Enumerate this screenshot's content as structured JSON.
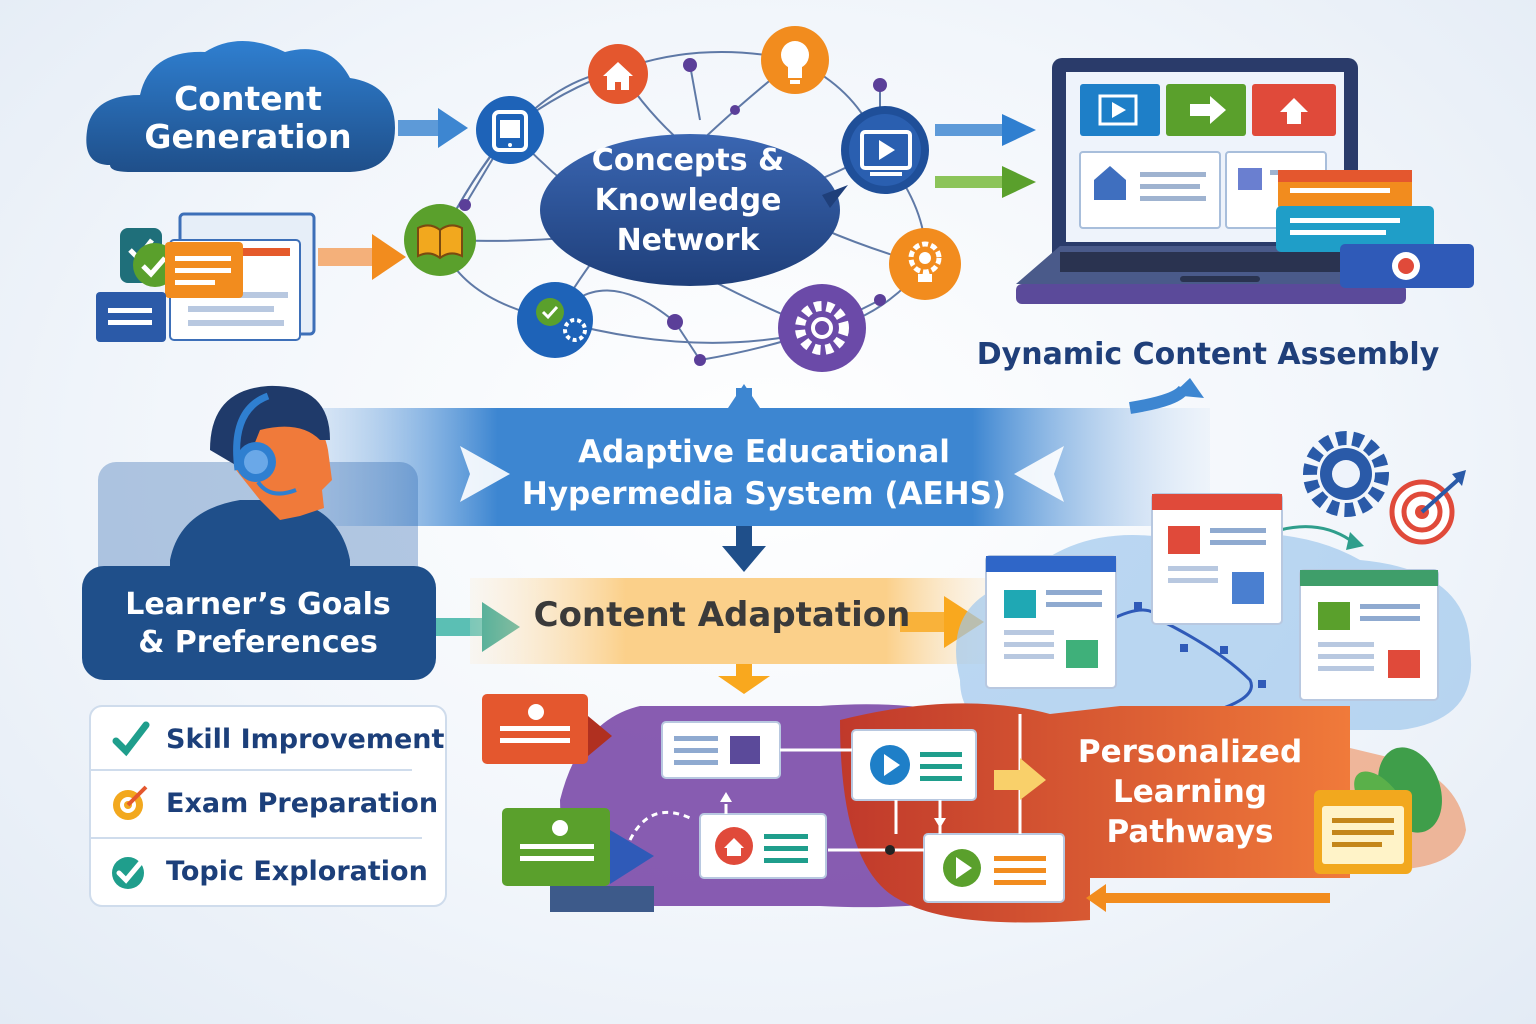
{
  "nodes": {
    "content_generation": "Content\nGeneration",
    "concepts_network": "Concepts &\nKnowledge\nNetwork",
    "dynamic_assembly": "Dynamic Content Assembly",
    "aehs": "Adaptive Educational\nHypermedia System (AEHS)",
    "learner_goals": "Learner’s Goals\n& Preferences",
    "content_adaptation": "Content Adaptation",
    "personalized_pathways": "Personalized\nLearning\nPathways"
  },
  "goals": [
    {
      "label": "Skill Improvement",
      "icon": "check-icon",
      "color": "#1f9e8c"
    },
    {
      "label": "Exam Preparation",
      "icon": "target-icon",
      "color": "#f2a81e"
    },
    {
      "label": "Topic Exploration",
      "icon": "check-circle-icon",
      "color": "#1f9e8c"
    }
  ],
  "network_icons": [
    {
      "name": "home-icon",
      "color": "#e4572e"
    },
    {
      "name": "lightbulb-icon",
      "color": "#f28c1e"
    },
    {
      "name": "tablet-icon",
      "color": "#1e63b8"
    },
    {
      "name": "play-icon",
      "color": "#1f4f99"
    },
    {
      "name": "book-icon",
      "color": "#5aa02c"
    },
    {
      "name": "gear-bulb-icon",
      "color": "#f28c1e"
    },
    {
      "name": "check-gear-icon",
      "color": "#1e63b8"
    },
    {
      "name": "gear-icon",
      "color": "#6b4aa8"
    }
  ],
  "colors": {
    "navy": "#1f4f8a",
    "blue": "#2f7fd0",
    "orange": "#f28c1e",
    "green": "#5aa02c",
    "red": "#e4572e",
    "purple": "#6b4aa8",
    "teal": "#1f9e8c"
  }
}
